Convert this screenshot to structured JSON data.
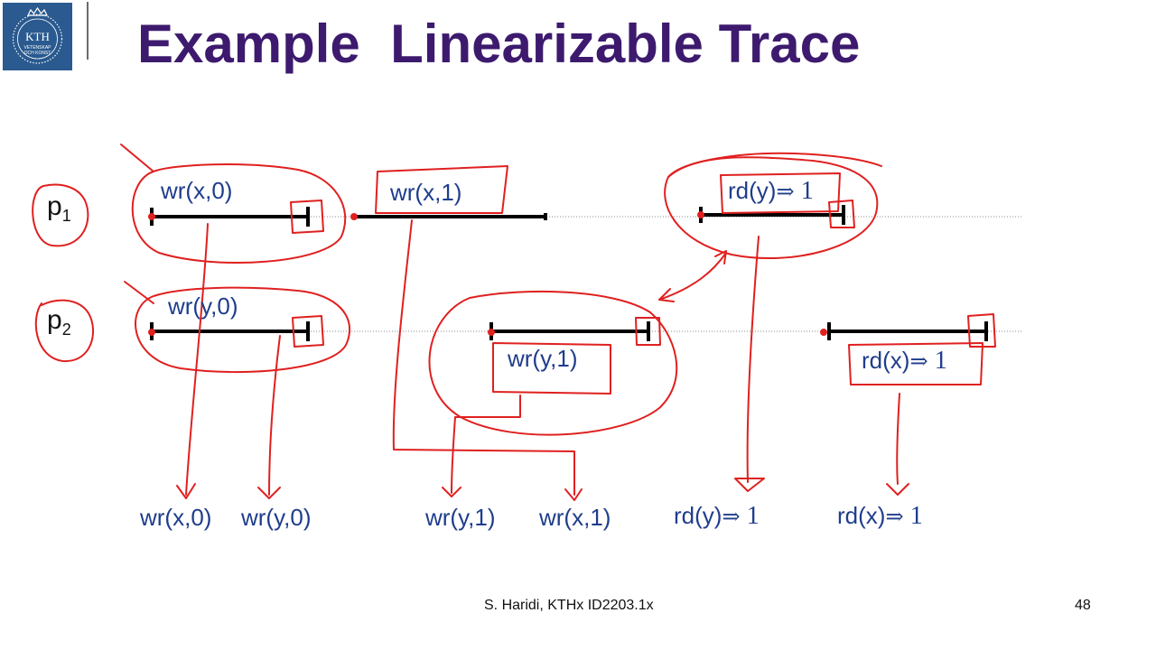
{
  "title": "Example  Linearizable Trace",
  "logo": {
    "text": "KTH",
    "lines": [
      "VETENSKAP",
      "OCH KONST"
    ],
    "color": "#2a5a8f"
  },
  "processes": [
    {
      "name": "p",
      "sub": "1"
    },
    {
      "name": "p",
      "sub": "2"
    }
  ],
  "operations": [
    {
      "process": "p1",
      "text": "wr(x,0)"
    },
    {
      "process": "p1",
      "text": "wr(x,1)"
    },
    {
      "process": "p1",
      "text": "rd(y)",
      "arrow": "⇒",
      "value": "1"
    },
    {
      "process": "p2",
      "text": "wr(y,0)"
    },
    {
      "process": "p2",
      "text": "wr(y,1)"
    },
    {
      "process": "p2",
      "text": "rd(x)",
      "arrow": "⇒",
      "value": "1"
    }
  ],
  "linearization": [
    {
      "text": "wr(x,0)"
    },
    {
      "text": "wr(y,0)"
    },
    {
      "text": "wr(y,1)"
    },
    {
      "text": "wr(x,1)"
    },
    {
      "text": "rd(y)",
      "arrow": "⇒",
      "value": "1"
    },
    {
      "text": "rd(x)",
      "arrow": "⇒",
      "value": "1"
    }
  ],
  "footer": {
    "credit": "S. Haridi, KTHx ID2203.1x",
    "page": "48"
  },
  "colors": {
    "title": "#3d1a6e",
    "label": "#1f3d8c",
    "annotation": "#e02020",
    "timeline": "#000000"
  }
}
